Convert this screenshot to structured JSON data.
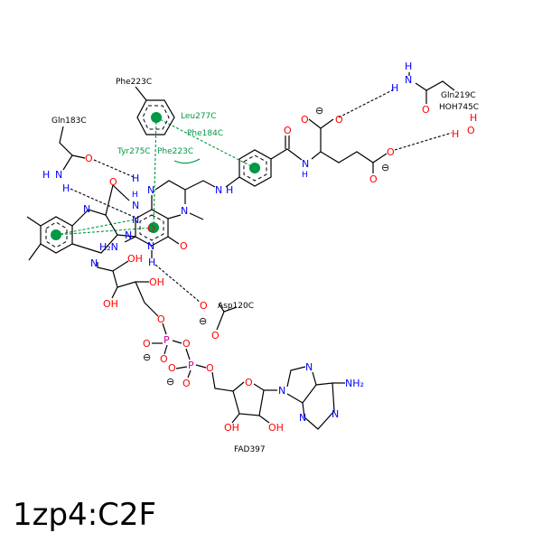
{
  "title": "1zp4:C2F",
  "ligand_label": "FAD397",
  "residues": {
    "phe223": "Phe223C",
    "gln183": "Gln183C",
    "gln219": "Gln219C",
    "hoh745": "HOH745C",
    "asp120": "Asp120C"
  },
  "pi_labels": {
    "leu277": "Leu277C",
    "phe184": "Phe184C",
    "tyr275": "Tyr275C",
    "phe223": "Phe223C"
  },
  "atoms": {
    "N": "N",
    "O": "O",
    "H": "H",
    "OH": "OH",
    "NH2": "NH",
    "H2N": "H₂N",
    "NH2r": "NH₂",
    "P": "P",
    "minus": "⊖"
  },
  "colors": {
    "nitrogen": "#0000ff",
    "oxygen": "#ff0000",
    "phosphorus": "#cc0099",
    "interaction": "#009944"
  }
}
